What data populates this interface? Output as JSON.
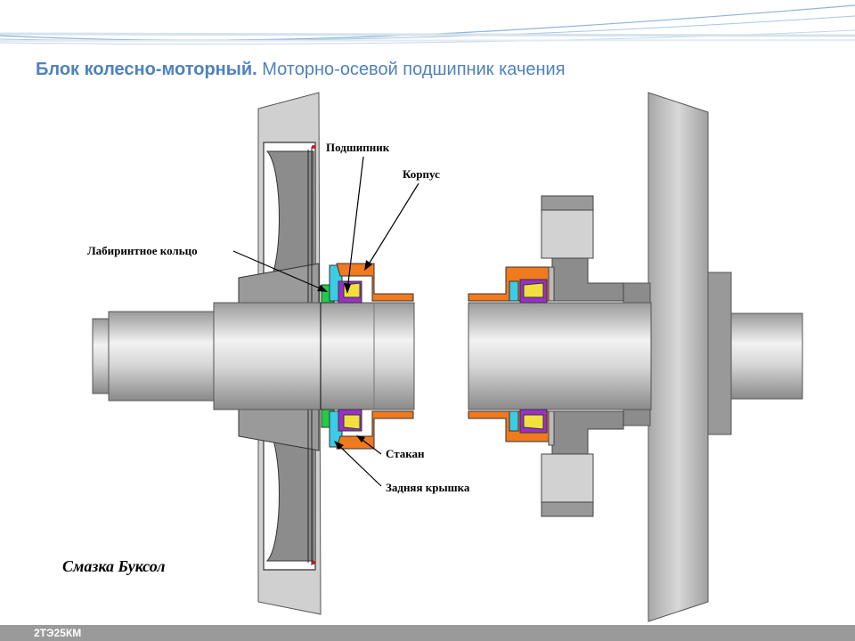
{
  "header": {
    "title_bold": "Блок колесно-моторный.",
    "title_rest": "Моторно-осевой подшипник качения"
  },
  "labels": {
    "bearing": "Подшипник",
    "housing": "Корпус",
    "labyrinth_ring": "Лабиринтное кольцо",
    "sleeve": "Стакан",
    "rear_cover": "Задняя крышка"
  },
  "caption": "Смазка Буксол",
  "footer": {
    "code": "2ТЭ25КМ"
  },
  "colors": {
    "title": "#4f81bd",
    "steel": "#c8c8c8",
    "dark_steel": "#8c8c8c",
    "housing": "#f07a1e",
    "bearing_race": "#9b30c8",
    "roller": "#f0e040",
    "seal": "#22cc44",
    "labyrinth": "#3ccce6"
  }
}
